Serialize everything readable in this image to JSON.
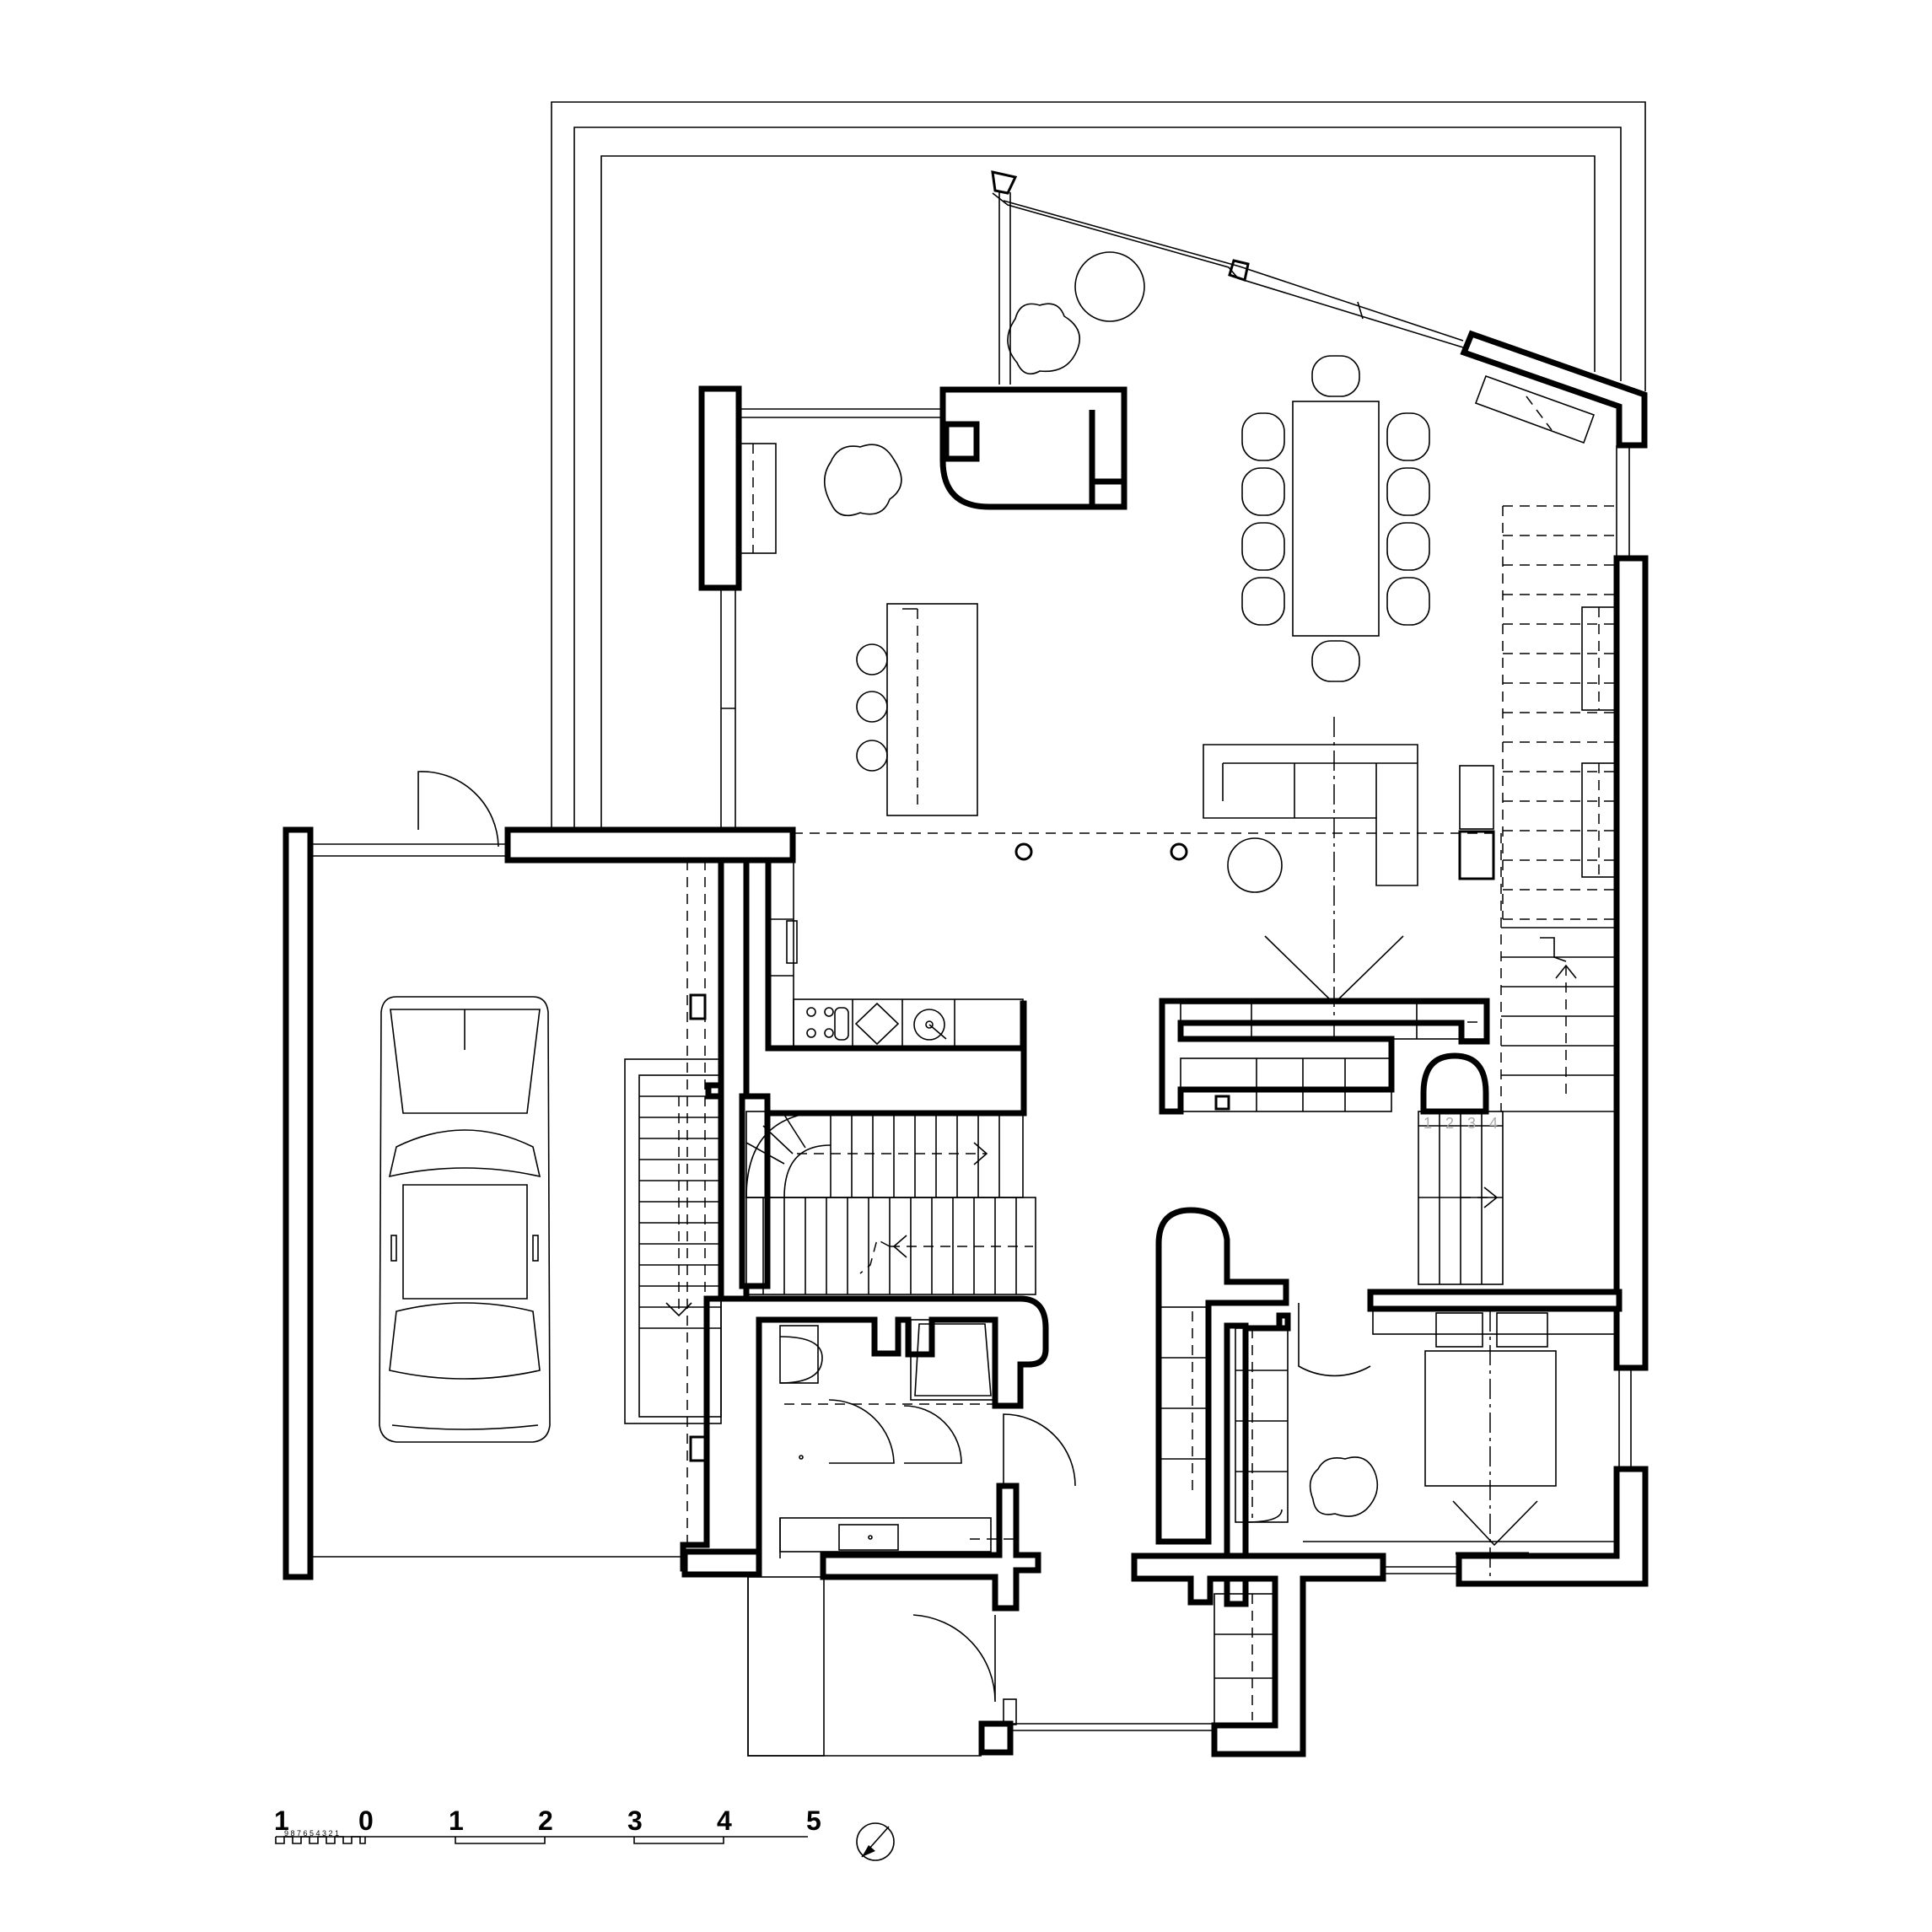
{
  "scale_bar": {
    "labels": [
      "1",
      "0",
      "1",
      "2",
      "3",
      "4",
      "5"
    ],
    "sub_labels": "9 8 7 6 5 4 3 2 1"
  },
  "stair_step_numbers": [
    "1",
    "2",
    "3",
    "4"
  ]
}
